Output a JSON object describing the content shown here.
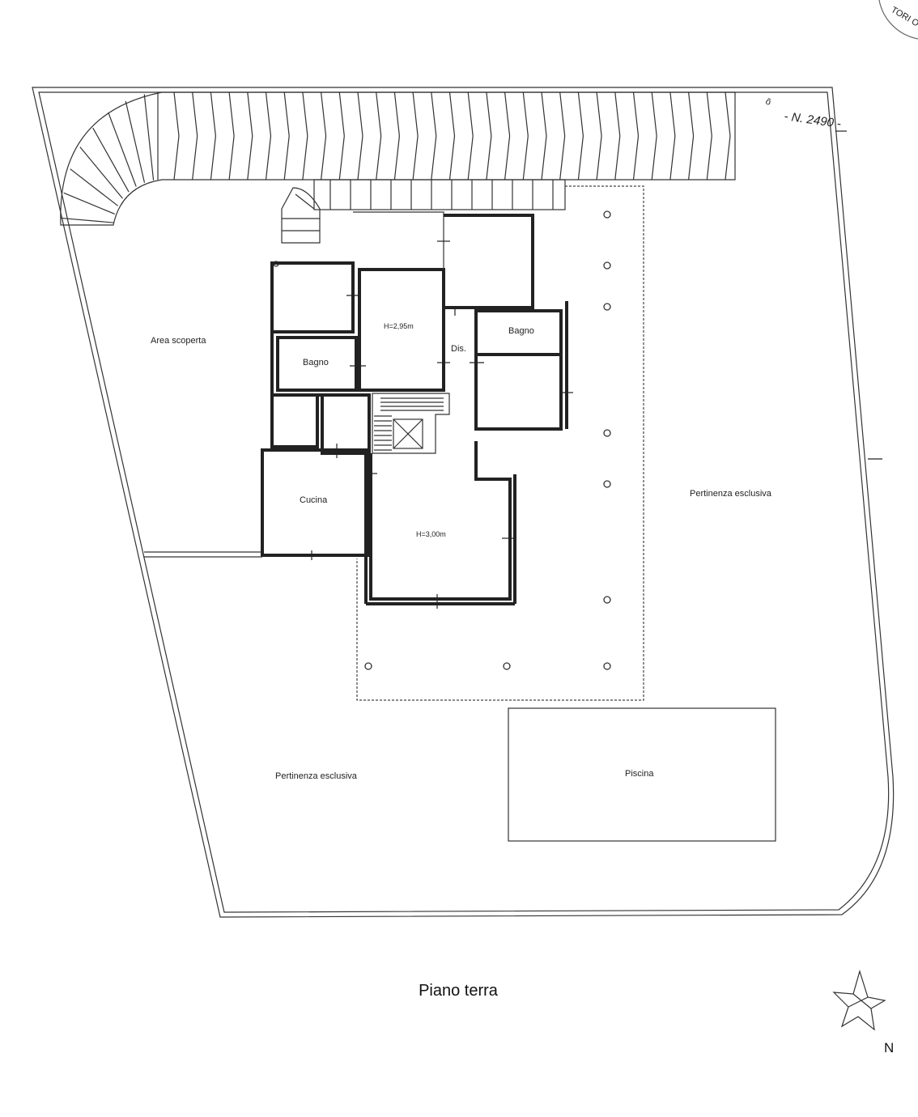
{
  "plan": {
    "title": "Piano terra",
    "parcel_number": "- N. 2490 -",
    "stamp_text": "TORI OVIN",
    "rooms": {
      "area_scoperta": "Area scoperta",
      "bagno_left": "Bagno",
      "bagno_right": "Bagno",
      "dis": "Dis.",
      "height_upper": "H=2,95m",
      "height_living": "H=3,00m",
      "cucina": "Cucina",
      "pertinenza_right": "Pertinenza esclusiva",
      "pertinenza_left": "Pertinenza esclusiva",
      "piscina": "Piscina"
    },
    "compass_label": "N"
  }
}
